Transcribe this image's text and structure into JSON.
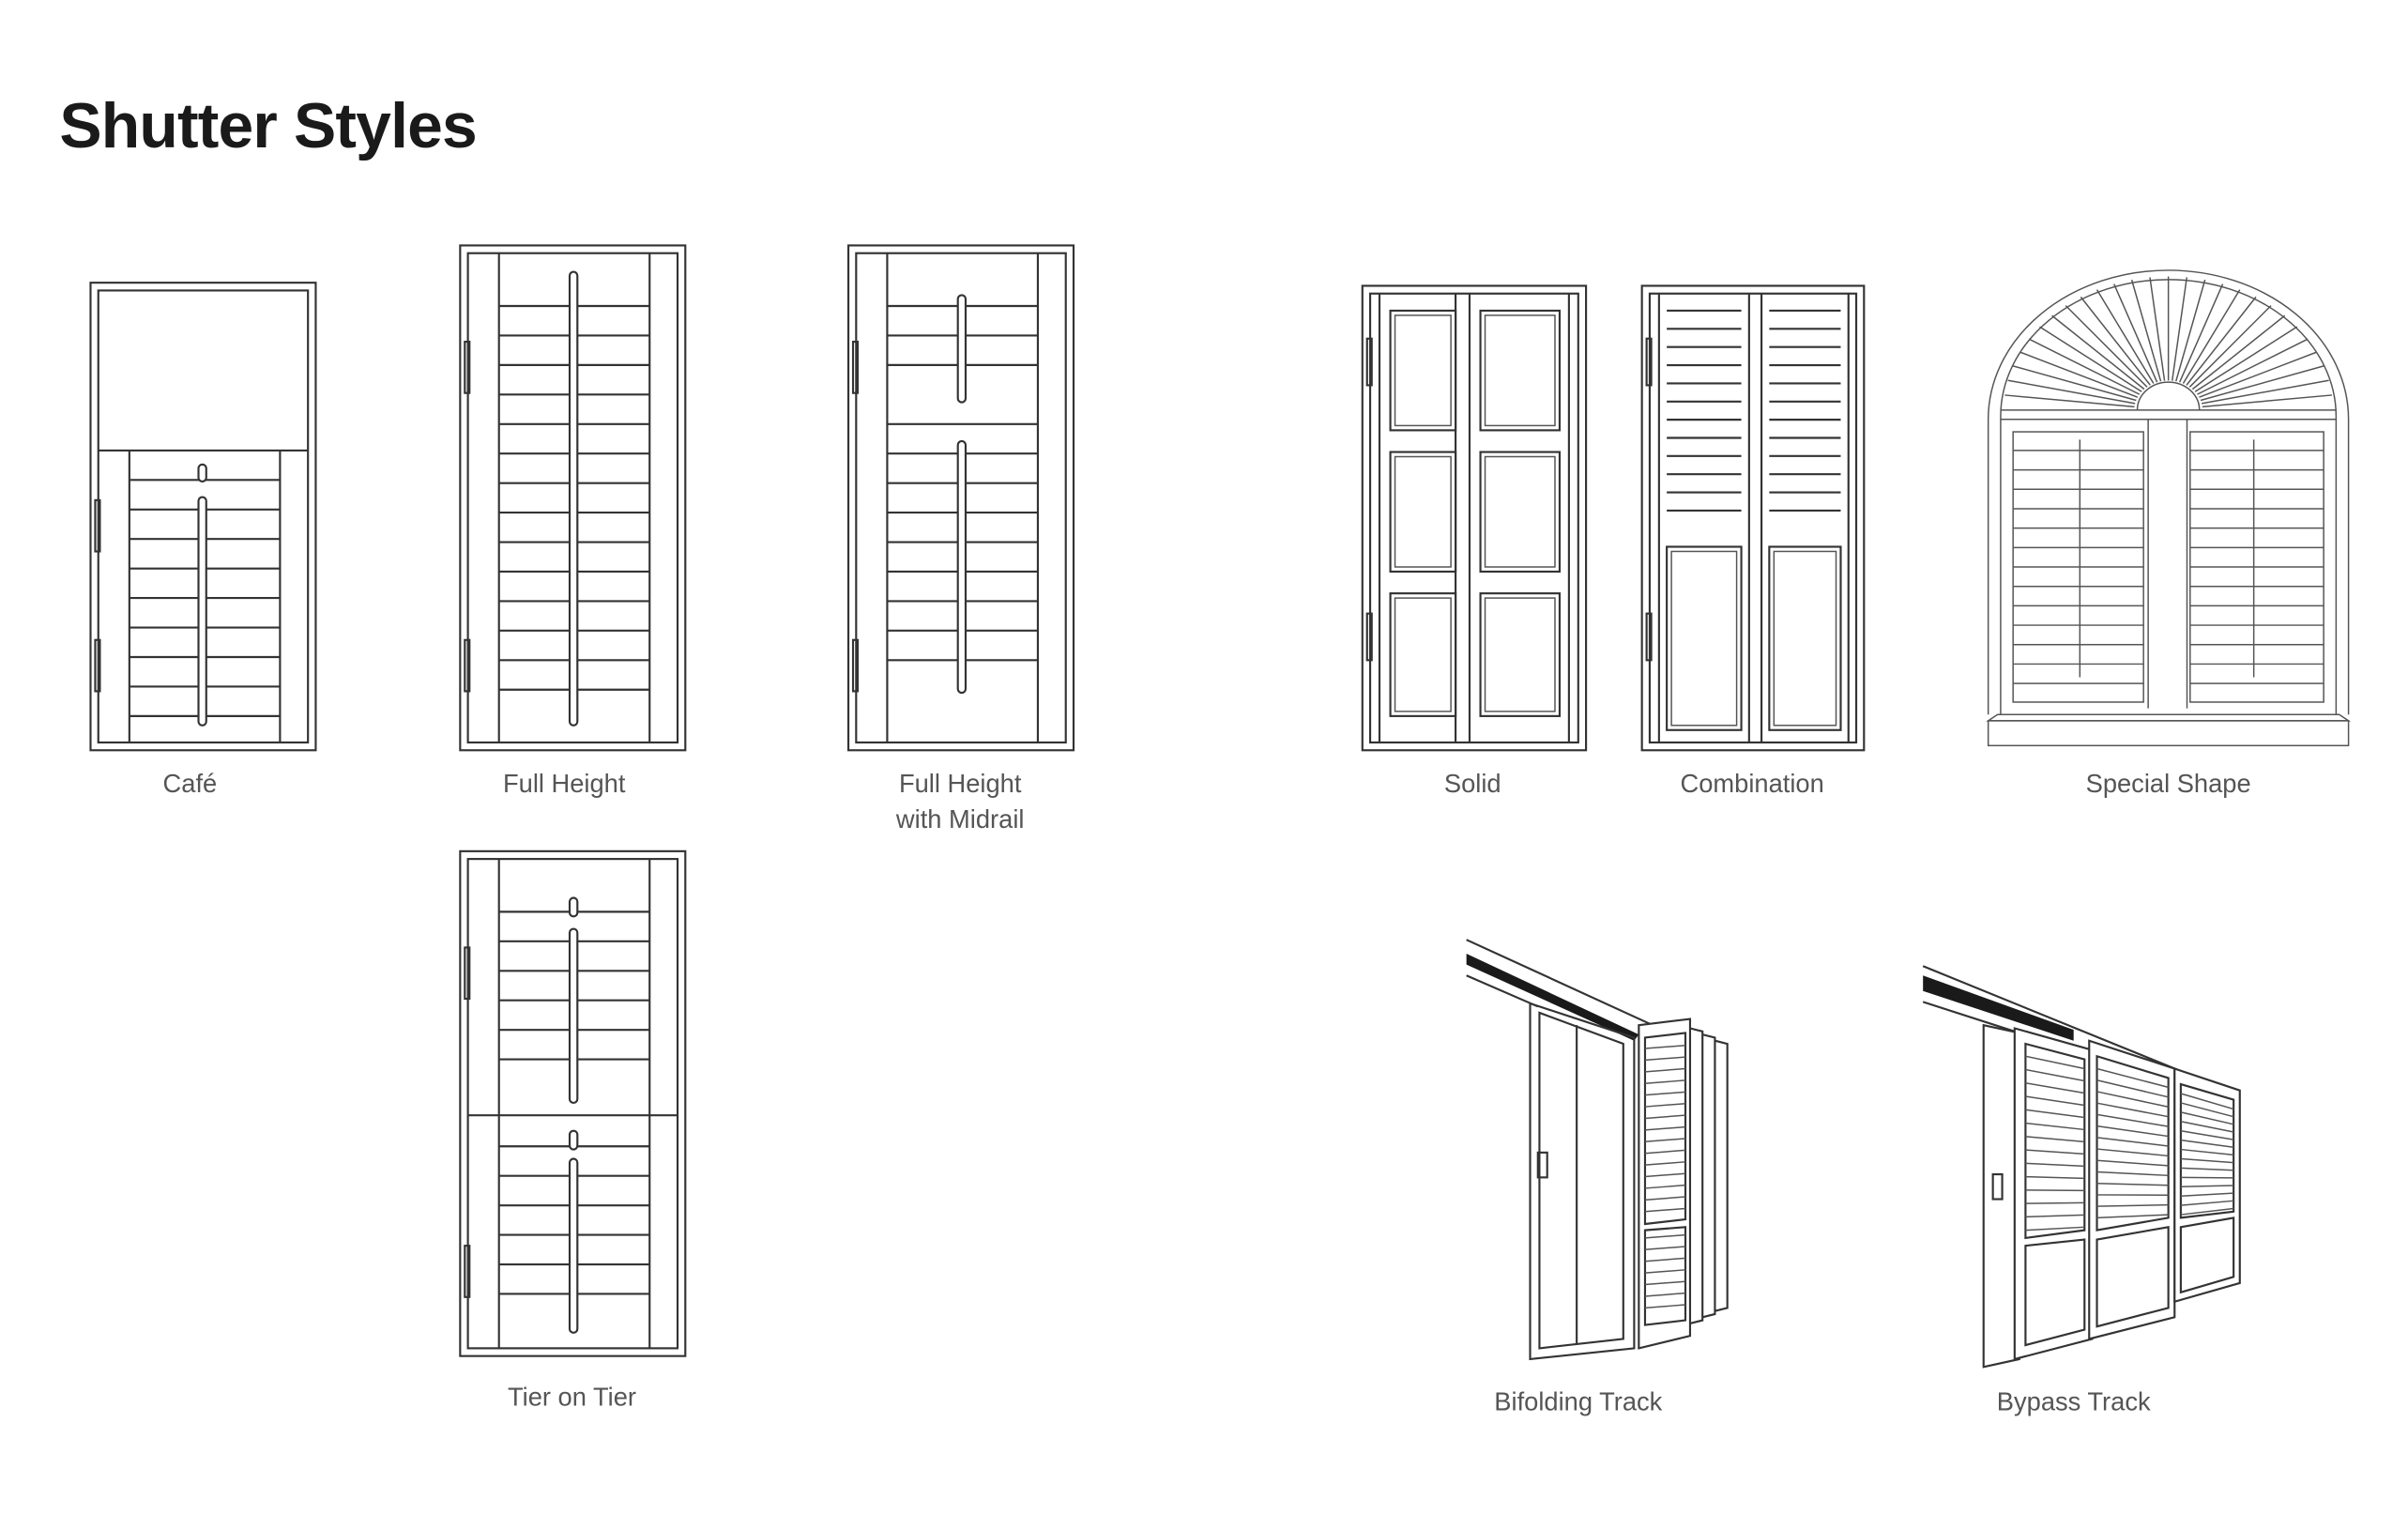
{
  "title": "Shutter Styles",
  "styles": [
    {
      "label": "Café"
    },
    {
      "label": "Full Height"
    },
    {
      "label": "Full Height",
      "label2": "with Midrail"
    },
    {
      "label": "Tier on Tier"
    },
    {
      "label": "Solid"
    },
    {
      "label": "Combination"
    },
    {
      "label": "Special Shape"
    },
    {
      "label": "Bifolding Track"
    },
    {
      "label": "Bypass Track"
    }
  ],
  "colors": {
    "line": "#333333",
    "text": "#555555",
    "title": "#1a1a1a"
  }
}
